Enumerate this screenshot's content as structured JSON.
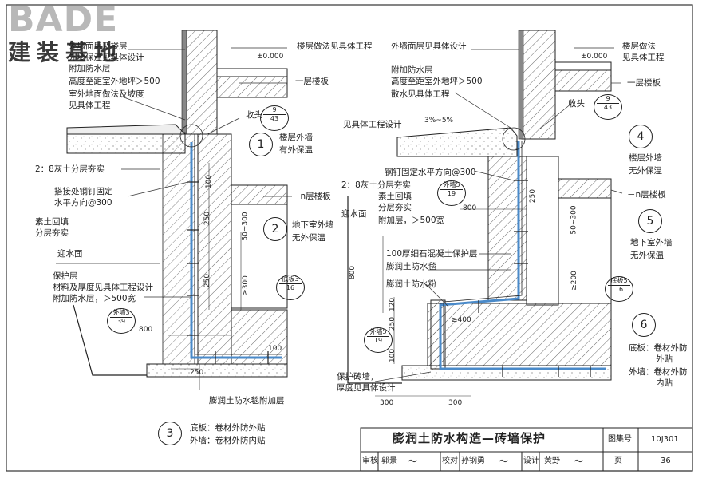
{
  "logo": {
    "brand": "BADE",
    "subtitle": "建装基地"
  },
  "left_panel": {
    "labels": {
      "outer_wall_surface": "外墙面层及楼层",
      "insulation_note": "外墙保温见具体设计",
      "extra_layer": "附加防水层",
      "extra_layer_height": "高度至距室外地坪＞500",
      "ground_finish": "室外地面做法及坡度",
      "see_project": "见具体工程",
      "floor_finish": "楼层做法见具体工程",
      "elevation": "±0.000",
      "first_floor": "一层楼板",
      "cap": "收头",
      "wall_ins": "楼层外墙",
      "wall_ins2": "有外保温",
      "lime_soil": "2：8灰土分层夯实",
      "lap_nail": "搭接处钢钉固定",
      "nail_spacing": "水平方向@300",
      "n_floor": "－n层楼板",
      "backfill": "素土回填",
      "backfill2": "分层夯实",
      "basement_wall": "地下室外墙",
      "basement_wall2": "无外保温",
      "water_face": "迎水面",
      "protect": "保护层",
      "material": "材料及厚度见具体工程设计",
      "extra_layer_wide": "附加防水层，＞500宽",
      "bentonite_extra": "膨润土防水毯附加层",
      "bottom_note": "底板：卷材外防外贴",
      "wall_note": "外墙：卷材外防内贴"
    },
    "dims": {
      "d100": "100",
      "d250a": "250",
      "d50": "50~300",
      "d250b": "250",
      "d300": "≥300",
      "d800": "800",
      "d250c": "250",
      "d1000": "100"
    },
    "refs": {
      "r1": {
        "top": "9",
        "bottom": "43"
      },
      "r2": {
        "top": "底板3",
        "bottom": "16"
      },
      "r3": {
        "top": "外墙3",
        "bottom": "39"
      }
    },
    "circles": {
      "c1": "1",
      "c2": "2",
      "c3": "3"
    }
  },
  "right_panel": {
    "labels": {
      "outer_wall_surface": "外墙面层见具体设计",
      "extra_layer": "附加防水层",
      "extra_layer_height": "高度至距室外地坪＞500",
      "apron": "散水见具体工程",
      "see_design": "见具体工程设计",
      "slope": "3%~5%",
      "floor_finish": "楼层做法",
      "floor_finish2": "见具体工程",
      "elevation": "±0.000",
      "first_floor": "一层楼板",
      "cap": "收头",
      "wall_noins": "楼层外墙",
      "wall_noins2": "无外保温",
      "nail": "钢钉固定水平方向@300",
      "lime_soil": "2：8灰土分层夯实",
      "backfill": "素土回填",
      "backfill2": "分层夯实",
      "extra_wide": "附加层，＞500宽",
      "n_floor": "－n层楼板",
      "water_face": "迎水面",
      "concrete": "100厚细石混凝土保护层",
      "bent_blanket": "膨润土防水毯",
      "bent_powder": "膨润土防水粉",
      "basement_wall": "地下室外墙",
      "basement_wall2": "无外保温",
      "protect_wall": "保护砖墙，",
      "protect_wall2": "厚度见具体设计",
      "bottom_note": "底板：卷材外防",
      "bottom_note2": "外贴",
      "wall_note": "外墙：卷材外防",
      "wall_note2": "内贴"
    },
    "dims": {
      "d800": "800",
      "d250": "250",
      "d50": "50~300",
      "d400": "≥400",
      "d200": "≥200",
      "d300a": "300",
      "d300b": "300",
      "d120": "120",
      "d250b": "250",
      "d100": "100",
      "d800b": "800"
    },
    "refs": {
      "r1": {
        "top": "9",
        "bottom": "43"
      },
      "r2": {
        "top": "外墙5",
        "bottom": "19"
      },
      "r3": {
        "top": "底板5",
        "bottom": "16"
      },
      "r4": {
        "top": "外墙5",
        "bottom": "19"
      }
    },
    "circles": {
      "c4": "4",
      "c5": "5",
      "c6": "6"
    }
  },
  "title_block": {
    "title": "膨润土防水构造—砖墙保护",
    "atlas_label": "图集号",
    "atlas_no": "10J301",
    "review": "审核",
    "reviewer": "郭景",
    "check": "校对",
    "checker": "孙钢勇",
    "design": "设计",
    "designer": "黄野",
    "page_label": "页",
    "page_no": "36"
  }
}
